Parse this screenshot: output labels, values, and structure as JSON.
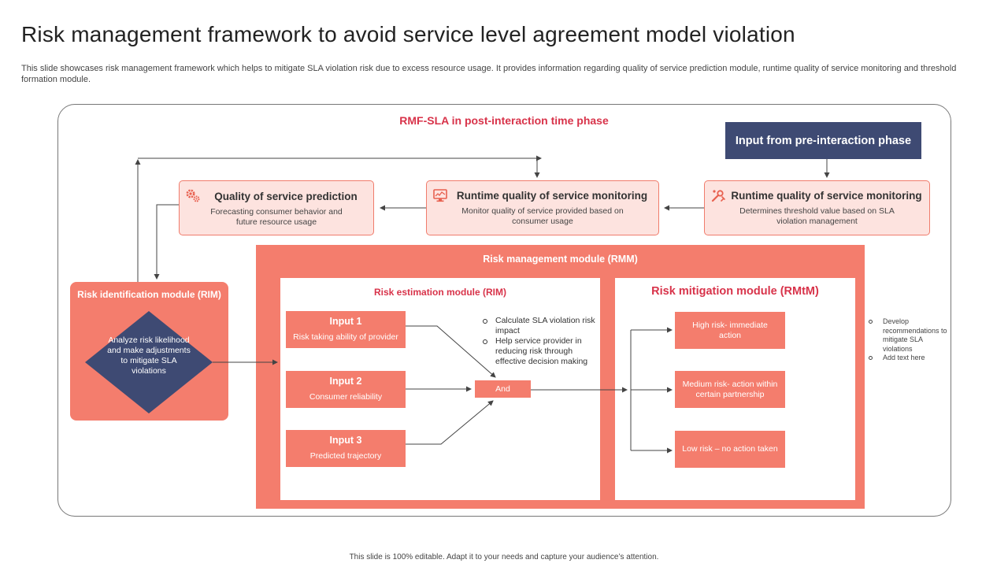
{
  "header": {
    "title": "Risk management framework to avoid service level agreement model violation",
    "subtitle": "This slide showcases risk management framework which helps to mitigate SLA violation risk due to excess resource usage. It provides information regarding quality of service prediction module, runtime quality of service monitoring and threshold formation module."
  },
  "frame": {
    "title": "RMF-SLA in post-interaction time phase",
    "input_pre_label": "Input from pre-interaction phase"
  },
  "top_boxes": [
    {
      "title": "Quality of service prediction",
      "desc": "Forecasting consumer behavior and future resource usage",
      "icon": "gears-icon"
    },
    {
      "title": "Runtime quality of service monitoring",
      "desc": "Monitor quality of service provided based on consumer usage",
      "icon": "monitor-icon"
    },
    {
      "title": "Runtime quality of service monitoring",
      "desc": "Determines threshold value based on SLA violation management",
      "icon": "tools-icon"
    }
  ],
  "rim": {
    "title": "Risk identification module (RIM)",
    "diamond_text": "Analyze risk likelihood and make adjustments to mitigate SLA violations"
  },
  "rmm": {
    "title": "Risk management module (RMM)",
    "estimation": {
      "title": "Risk estimation module (RIM)",
      "inputs": [
        {
          "title": "Input 1",
          "desc": "Risk taking ability of provider"
        },
        {
          "title": "Input 2",
          "desc": "Consumer reliability"
        },
        {
          "title": "Input 3",
          "desc": "Predicted trajectory"
        }
      ],
      "and_label": "And",
      "bullets": [
        "Calculate SLA violation risk impact",
        "Help service provider in reducing risk through effective decision making"
      ]
    },
    "mitigation": {
      "title": "Risk mitigation module (RMtM)",
      "items": [
        "High risk- immediate action",
        "Medium risk- action within certain partnership",
        "Low risk – no action taken"
      ]
    }
  },
  "side_notes": [
    "Develop recommendations to mitigate SLA violations",
    "Add text here"
  ],
  "footer": {
    "text": "This slide is 100% editable. Adapt it to your needs and capture your audience’s attention."
  },
  "colors": {
    "accent_red": "#d8334a",
    "salmon": "#f47d6d",
    "light_pink": "#fde3df",
    "navy": "#3e4a73"
  }
}
